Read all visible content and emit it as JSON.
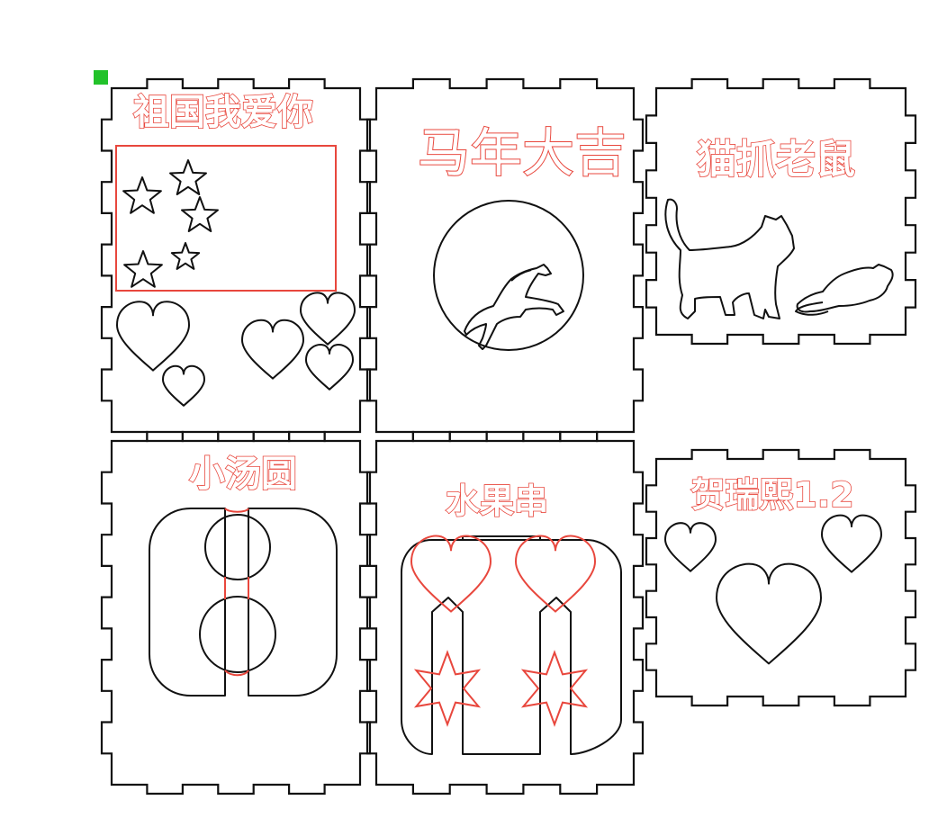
{
  "colors": {
    "cut_line": "#111111",
    "engrave_line": "#e8473d",
    "origin_marker": "#22c22a",
    "background": "#ffffff"
  },
  "panels": [
    {
      "id": "flag",
      "title": "祖国我爱你",
      "icons": [
        "star-icon",
        "heart-icon"
      ]
    },
    {
      "id": "horse",
      "title": "马年大吉",
      "icons": [
        "moon-circle-icon",
        "horse-icon"
      ]
    },
    {
      "id": "cat",
      "title": "猫抓老鼠",
      "icons": [
        "cat-icon",
        "mouse-icon"
      ]
    },
    {
      "id": "tangyuan",
      "title": "小汤圆",
      "icons": [
        "tangyuan-ball-icon"
      ]
    },
    {
      "id": "fruit",
      "title": "水果串",
      "icons": [
        "heart-icon",
        "burst-star-icon"
      ]
    },
    {
      "id": "hearts",
      "title": "贺瑞熙1.2",
      "icons": [
        "heart-icon"
      ]
    }
  ]
}
